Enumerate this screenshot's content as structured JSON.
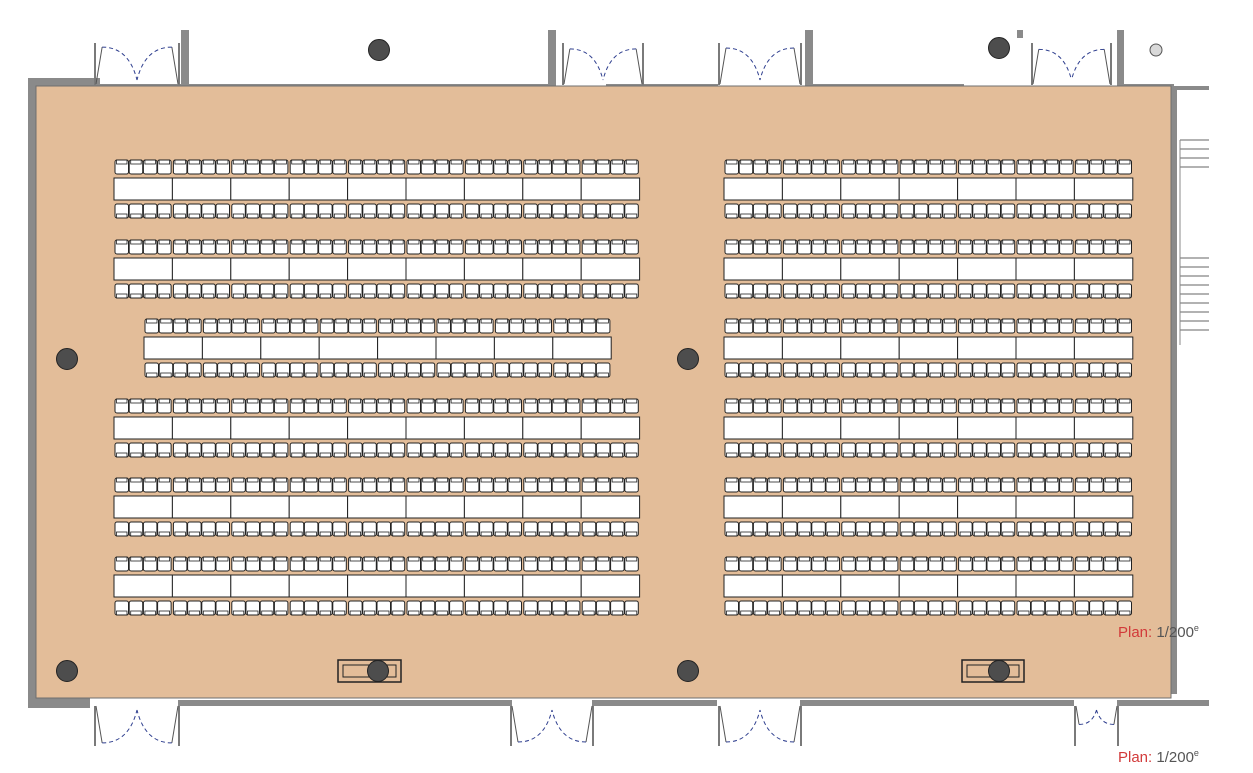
{
  "plan": {
    "scale_prefix": "Plan:",
    "scale_value": "1/200",
    "scale_suffix": "e"
  },
  "colors": {
    "floor": "#e3bd99",
    "wall": "#8a8a8a",
    "line": "#222222",
    "table_fill": "#ffffff",
    "chair_fill": "#ffffff",
    "column": "#4d4d4d",
    "door_arc": "#2f3f8f",
    "accent_text": "#d23a3a"
  },
  "layout_summary": {
    "left_table_rows": 6,
    "right_table_rows": 6,
    "left_tables_per_row": 9,
    "left_center_row_tables": 8,
    "right_tables_per_row": 7,
    "chairs_per_table_side": 4
  },
  "icons": [
    "column-icon",
    "door-icon",
    "stair-icon"
  ]
}
